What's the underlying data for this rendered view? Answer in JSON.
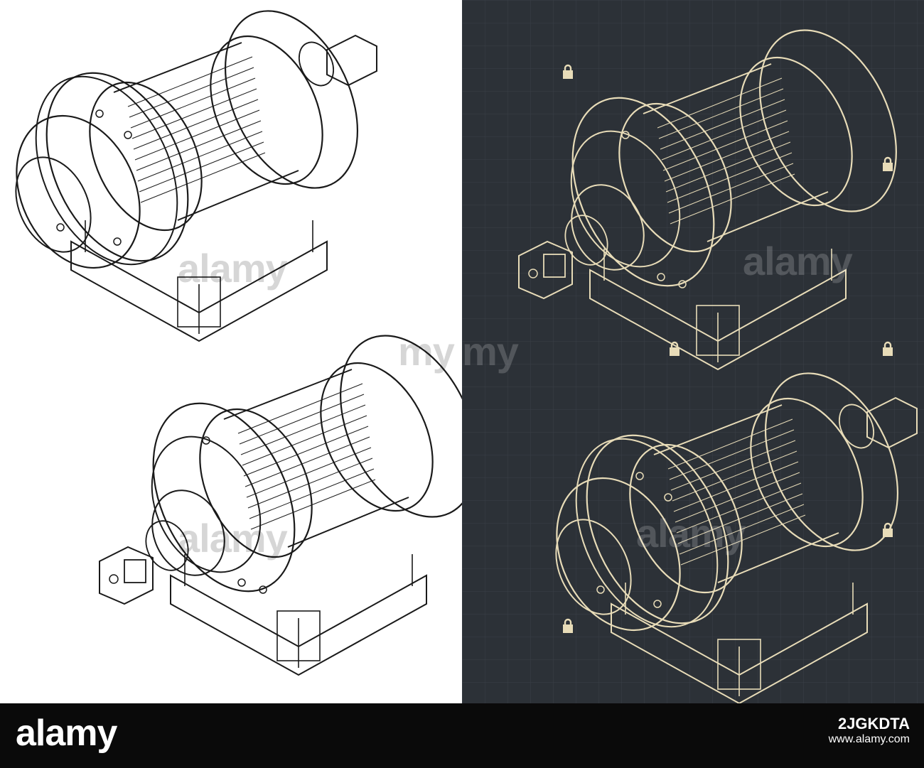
{
  "palette": {
    "light_bg": "#ffffff",
    "dark_bg": "#2c3137",
    "line_light": "#1a1a1a",
    "line_dark": "#e8dcb8",
    "cable_dark": "#e9d9a6",
    "grid_dark": "#3a4047",
    "footer_bg": "#0a0a0a"
  },
  "footer": {
    "brand": "alamy",
    "image_id": "2JGKDTA",
    "site": "www.alamy.com"
  },
  "watermark": {
    "text": "alamy",
    "icon": "lock-icon"
  }
}
